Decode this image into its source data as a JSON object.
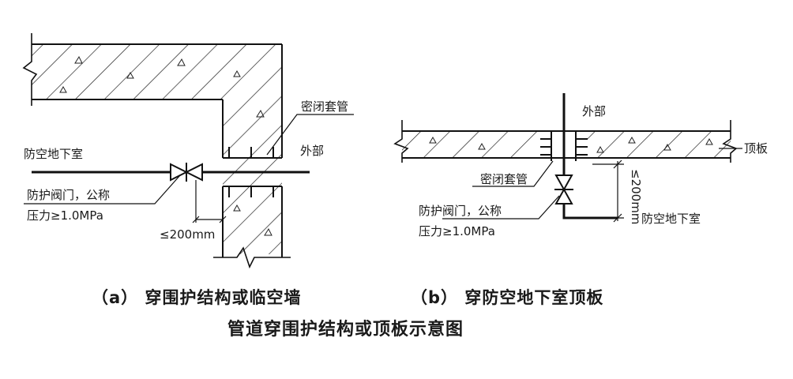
{
  "diagram_a": {
    "label_sleeve": "密闭套管",
    "label_outside": "外部",
    "label_basement": "防空地下室",
    "label_valve_line1": "防护阀门，公称",
    "label_valve_line2": "压力≥1.0MPa",
    "label_dim": "≤200mm",
    "caption": "（a）  穿围护结构或临空墙"
  },
  "diagram_b": {
    "label_outside": "外部",
    "label_roof": "顶板",
    "label_sleeve": "密闭套管",
    "label_valve_line1": "防护阀门，公称",
    "label_valve_line2": "压力≥1.0MPa",
    "label_dim": "≤200mm",
    "label_basement": "防空地下室",
    "caption": "（b）  穿防空地下室顶板"
  },
  "main_title": "管道穿围护结构或顶板示意图"
}
